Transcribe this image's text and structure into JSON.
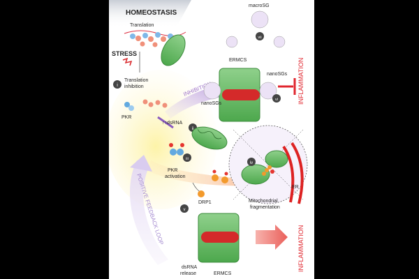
{
  "labels": {
    "homeostasis": "HOMEOSTASIS",
    "translation": "Translation",
    "stress": "STRESS",
    "translation_inhibition_1": "Translation",
    "translation_inhibition_2": "inhibition",
    "pkr": "PKR",
    "dsrna": "dsRNA",
    "pkr_activation_1": "PKR",
    "pkr_activation_2": "activation",
    "drp1": "DRP1",
    "macro_sg": "macroSG",
    "ermcs_top": "ERMCS",
    "nano_sgs_left": "nanoSGs",
    "nano_sgs_right": "nanoSGs",
    "inhibition": "INHIBITION",
    "inflammation_top": "INFLAMMATION",
    "inflammation_bottom": "INFLAMMATION",
    "er": "ER",
    "mito_frag_1": "Mitochondrial",
    "mito_frag_2": "fragmentation",
    "positive_feedback": "POSITIVE FEEDBACK LOOP",
    "dsrna_release_1": "dsRNA",
    "dsrna_release_2": "release",
    "ermcs_bottom": "ERMCS"
  },
  "steps": {
    "i": "i",
    "ii": "ii",
    "iii": "iii",
    "iv": "iv",
    "v": "v",
    "vi": "vi",
    "vii": "vii"
  },
  "colors": {
    "inflammation_red": "#e0262e",
    "mito_green": "#5cb85c",
    "inhibition_purple": "#9b6fc7",
    "stress_red": "#d9262a",
    "phospho_red": "#e5352f",
    "drp1_orange": "#f39a2c",
    "pkr_blue": "#62a9e0",
    "ribosome_salmon": "#f0907a"
  }
}
